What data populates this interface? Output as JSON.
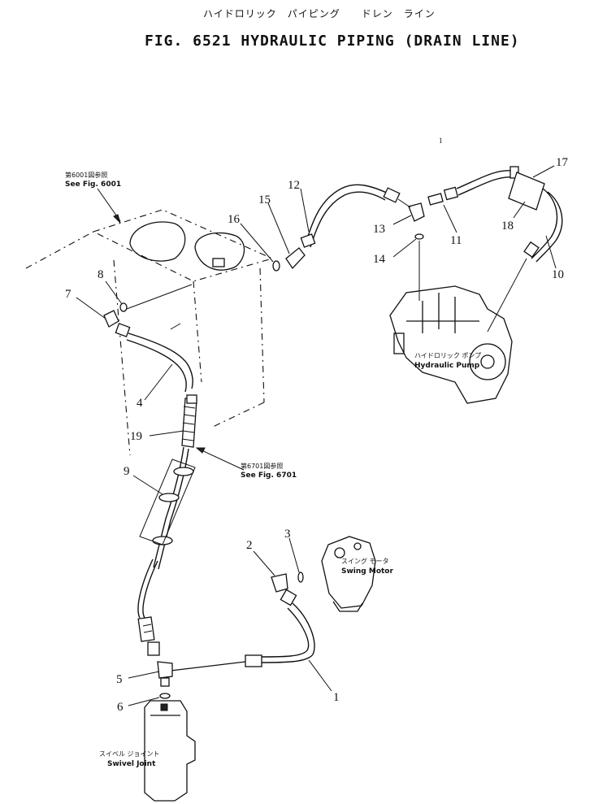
{
  "title": {
    "japanese": "ハイドロリック　パイピング　　ドレン　ライン",
    "english": "FIG. 6521  HYDRAULIC PIPING (DRAIN LINE)"
  },
  "references": {
    "fig6001_ja": "第6001図参照",
    "fig6001_en": "See Fig. 6001",
    "fig6701_ja": "第6701図参照",
    "fig6701_en": "See Fig. 6701"
  },
  "components": {
    "hydraulic_pump_ja": "ハイドロリック ポンプ",
    "hydraulic_pump_en": "Hydraulic Pump",
    "swing_motor_ja": "スイング モータ",
    "swing_motor_en": "Swing Motor",
    "swivel_joint_ja": "スイベル ジョイント",
    "swivel_joint_en": "Swivel Joint"
  },
  "part_numbers": [
    "1",
    "2",
    "3",
    "4",
    "5",
    "6",
    "7",
    "8",
    "9",
    "10",
    "11",
    "12",
    "13",
    "14",
    "15",
    "16",
    "17",
    "18",
    "19"
  ],
  "stray_mark": "1"
}
